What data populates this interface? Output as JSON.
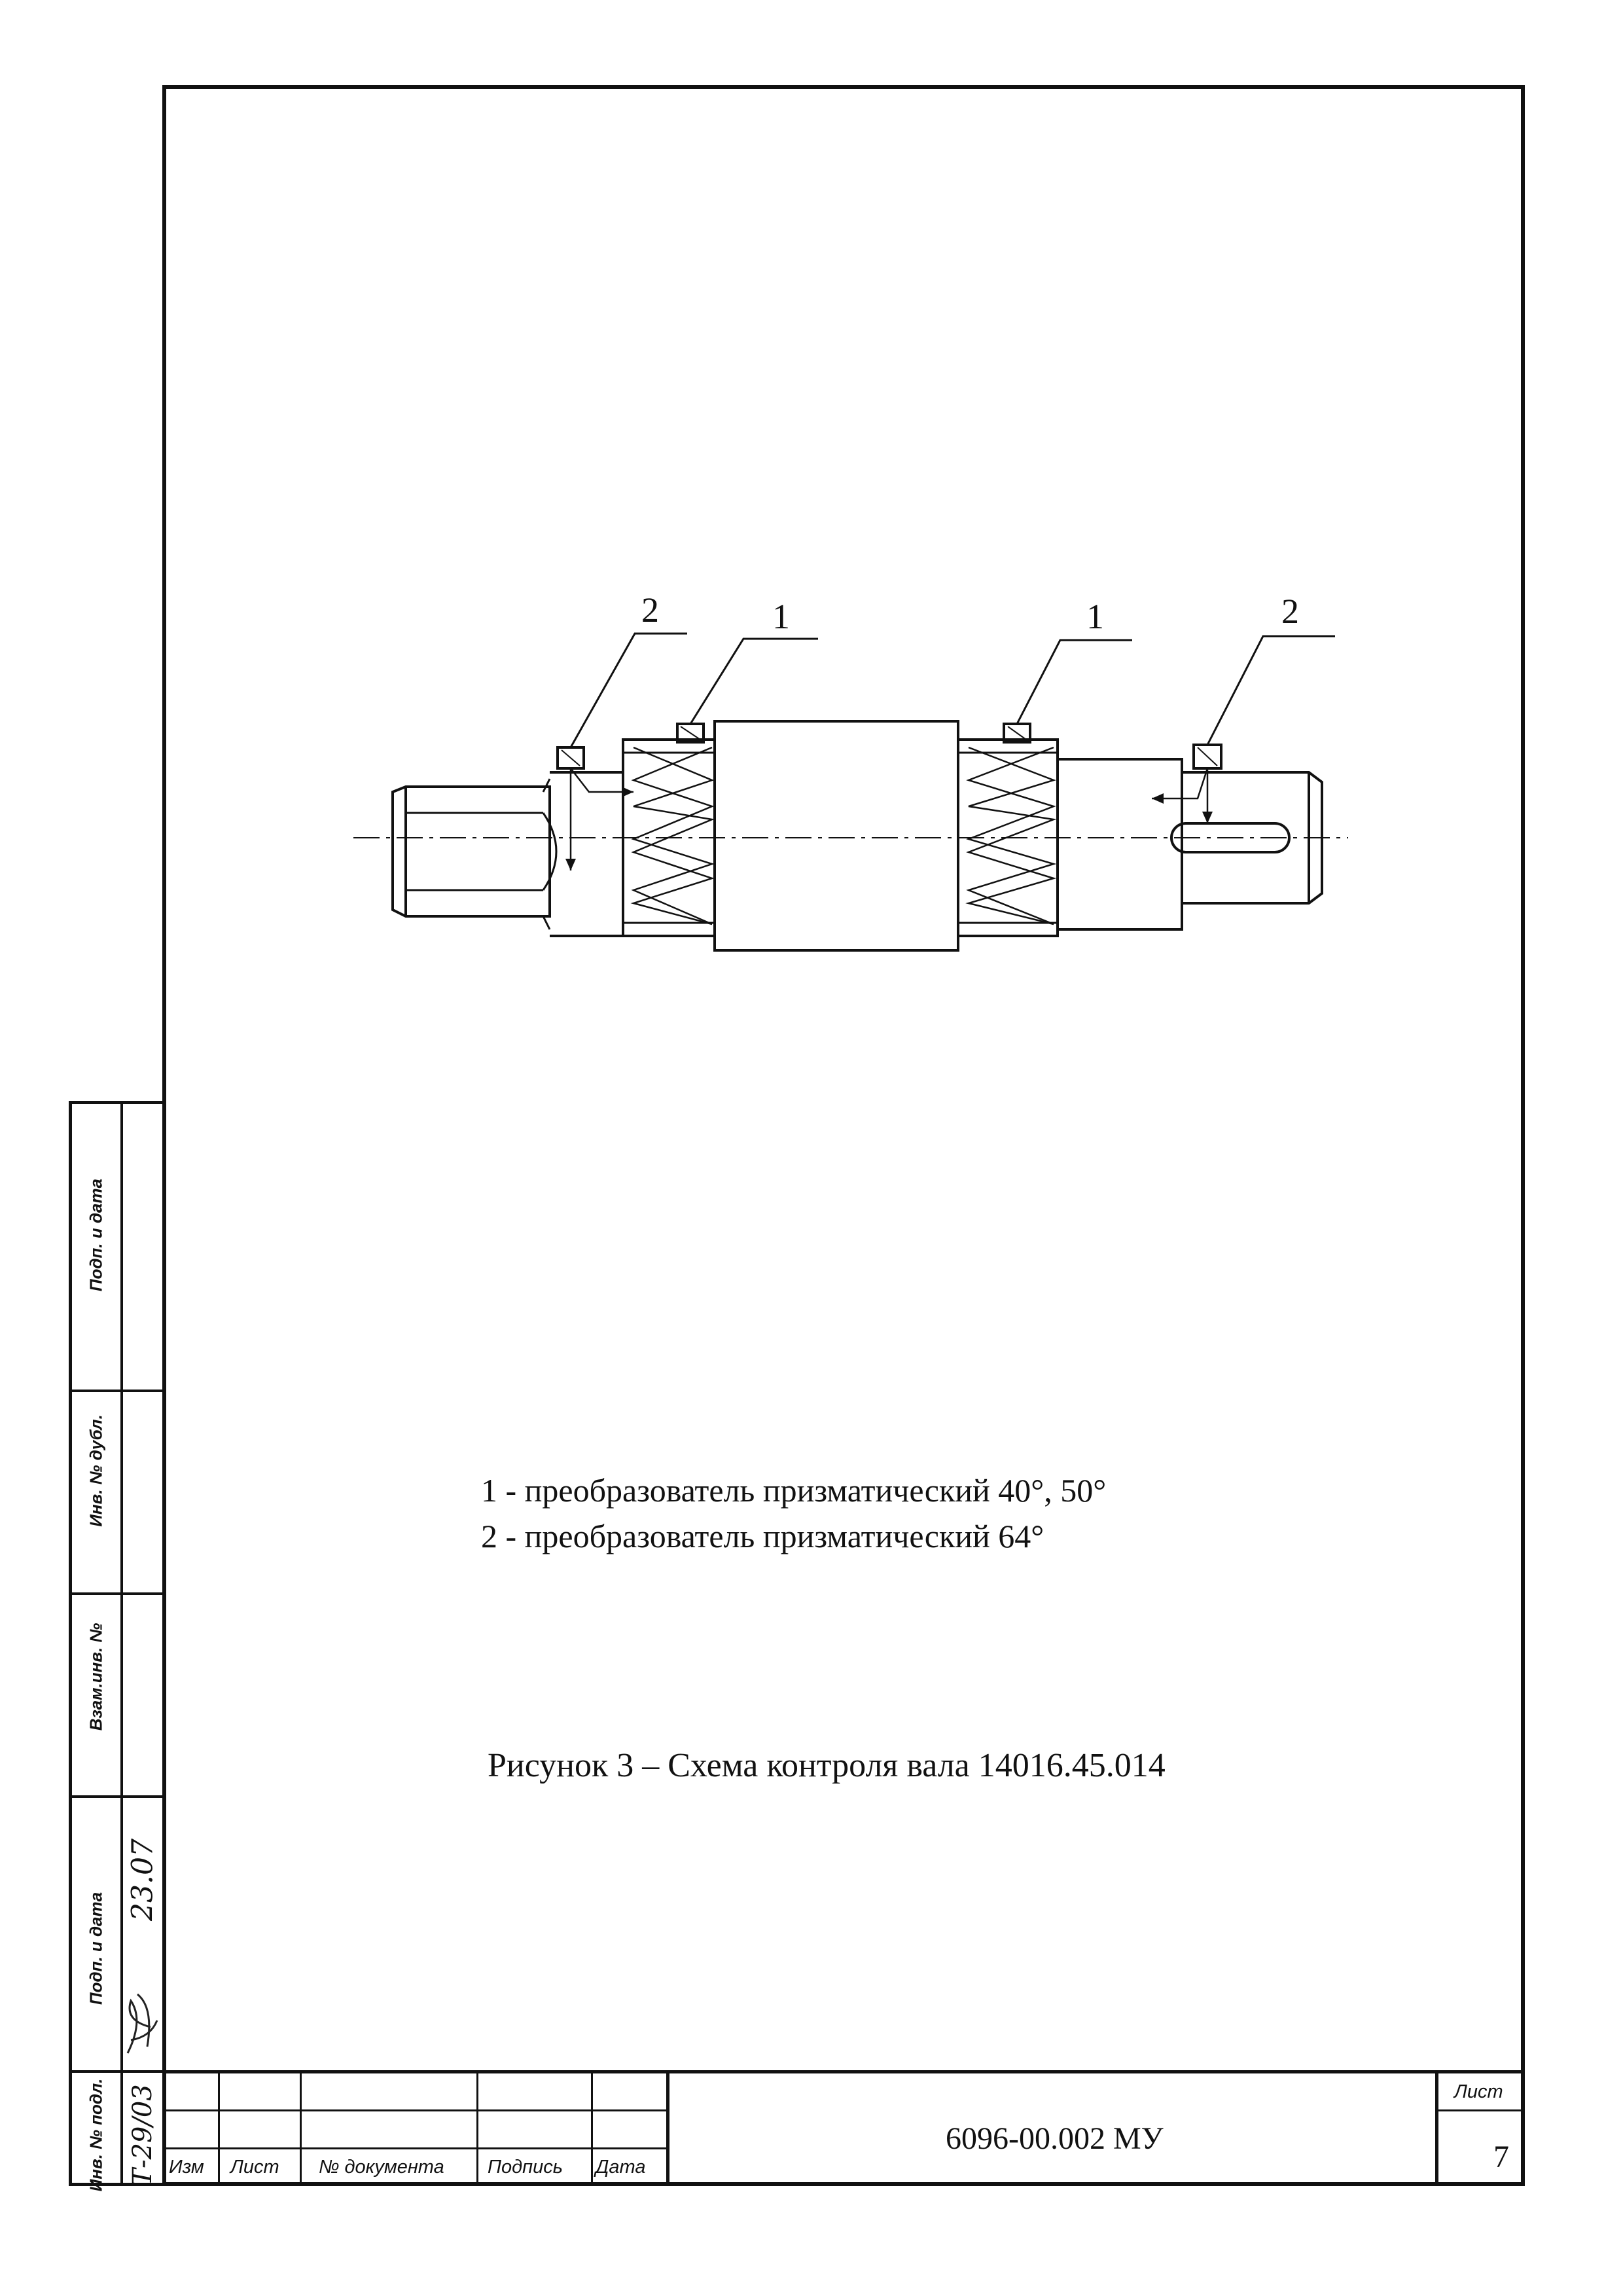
{
  "figure": {
    "callouts": [
      "2",
      "1",
      "1",
      "2"
    ]
  },
  "legend": [
    "1 - преобразователь призматический 40°, 50°",
    "2 - преобразователь призматический 64°"
  ],
  "caption": "Рисунок  3 – Схема контроля вала 14016.45.014",
  "side_stamp": {
    "labels": [
      "Подп. и дата",
      "Инв. № дубл.",
      "Взам.инв. №",
      "Подп. и дата",
      "Инв. № подл."
    ],
    "handwritten_date": "23.07",
    "handwritten_inv": "Т-29/03"
  },
  "title_block": {
    "columns": [
      "Изм",
      "Лист",
      "№ документа",
      "Подпись",
      "Дата"
    ],
    "document_number": "6096-00.002 МУ",
    "sheet_label": "Лист",
    "sheet_number": "7"
  }
}
